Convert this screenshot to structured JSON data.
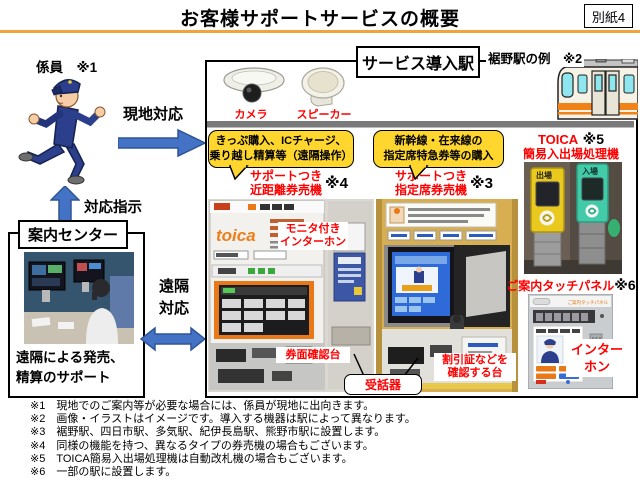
{
  "page": {
    "title": "お客様サポートサービスの概要",
    "attachment": "別紙4"
  },
  "left": {
    "staff_label": "係員　※1",
    "onsite_label": "現地対応",
    "instruction_label": "対応指示",
    "center_title": "案内センター",
    "caption1": "遠隔による発売、",
    "caption2": "精算のサポート",
    "remote1": "遠隔",
    "remote2": "対応"
  },
  "panel": {
    "title": "サービス導入駅",
    "example": "裾野駅の例　※2",
    "camera": "カメラ",
    "speaker": "スピーカー",
    "bubble1_l1": "きっぷ購入、ICチャージ、",
    "bubble1_l2": "乗り越し精算等（遠隔操作）",
    "m1_l1": "サポートつき",
    "m1_l2": "近距離券売機",
    "m1_ref": "※4",
    "bubble2_l1": "新幹線・在来線の",
    "bubble2_l2": "指定席特急券等の購入",
    "m2_l1": "サポートつき",
    "m2_l2": "指定席券売機",
    "m2_ref": "※3",
    "toica_name": "TOICA",
    "toica_ref": "※5",
    "toica_sub": "簡易入出場処理機",
    "monitor_l1": "モニタ付き",
    "monitor_l2": "インターホン",
    "ticket_check": "券面確認台",
    "handset": "受話器",
    "discount_l1": "割引証などを",
    "discount_l2": "確認する台",
    "touch_label": "ご案内タッチパネル",
    "touch_ref": "※6",
    "inter_l1": "インター",
    "inter_l2": "ホン",
    "exit_label": "出場",
    "entry_label": "入場",
    "toica_logo": "toica",
    "touch_header": "ご案内タッチパネル"
  },
  "notes": [
    "※1　現地でのご案内等が必要な場合には、係員が現地に出向きます。",
    "※2　画像・イラストはイメージです。導入する機器は駅によって異なります。",
    "※3　裾野駅、四日市駅、多気駅、紀伊長島駅、熊野市駅に設置します。",
    "※4　同様の機能を持つ、異なるタイプの券売機の場合もございます。",
    "※5　TOICA簡易入出場処理機は自動改札機の場合もございます。",
    "※6　一部の駅に設置します。"
  ],
  "colors": {
    "accent_orange": "#F2A33C",
    "arrow_blue": "#4472C4",
    "arrow_border": "#2F5597",
    "bubble_yellow": "#FFD62E",
    "label_red": "#FF0000",
    "divider_gray": "#7A7A7A"
  }
}
